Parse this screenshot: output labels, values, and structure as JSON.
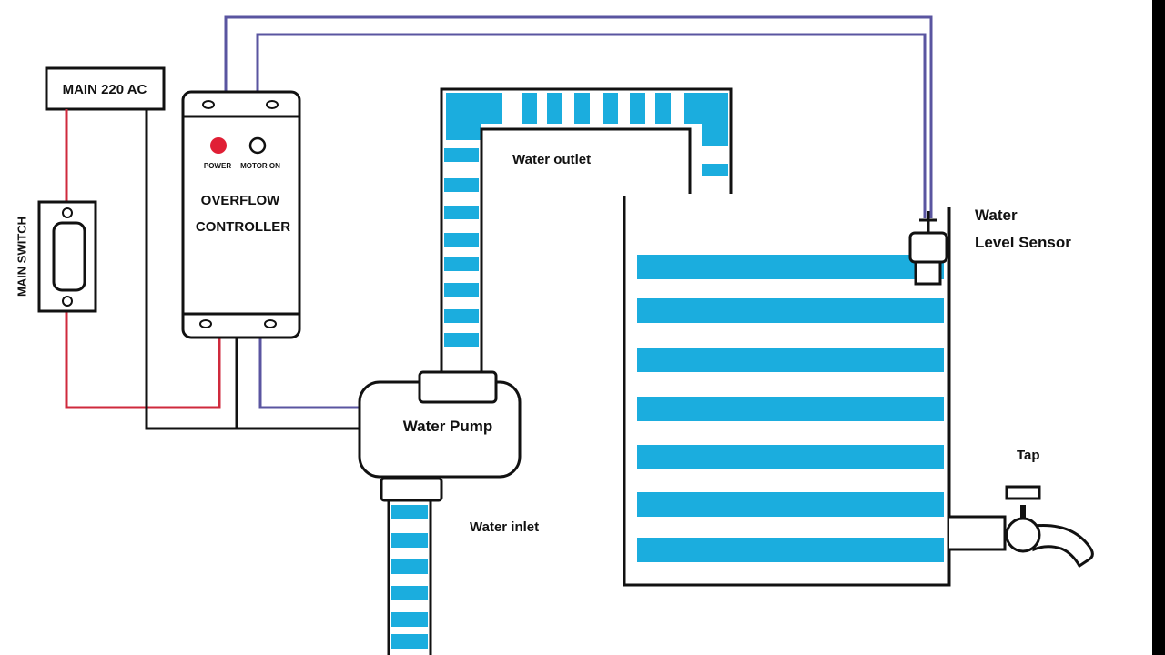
{
  "labels": {
    "main_supply": "MAIN 220 AC",
    "main_switch": "MAIN SWITCH",
    "controller_line1": "OVERFLOW",
    "controller_line2": "CONTROLLER",
    "power_indicator": "POWER",
    "motor_indicator": "MOTOR ON",
    "water_outlet": "Water outlet",
    "water_pump": "Water Pump",
    "water_inlet": "Water inlet",
    "sensor_line1": "Water",
    "sensor_line2": "Level Sensor",
    "tap": "Tap"
  },
  "colors": {
    "water": "#1badde",
    "live_wire": "#cf2a3c",
    "neutral_wire": "#111111",
    "signal_wire": "#5a55a0",
    "power_led": "#e01f35",
    "outline": "#111111"
  }
}
